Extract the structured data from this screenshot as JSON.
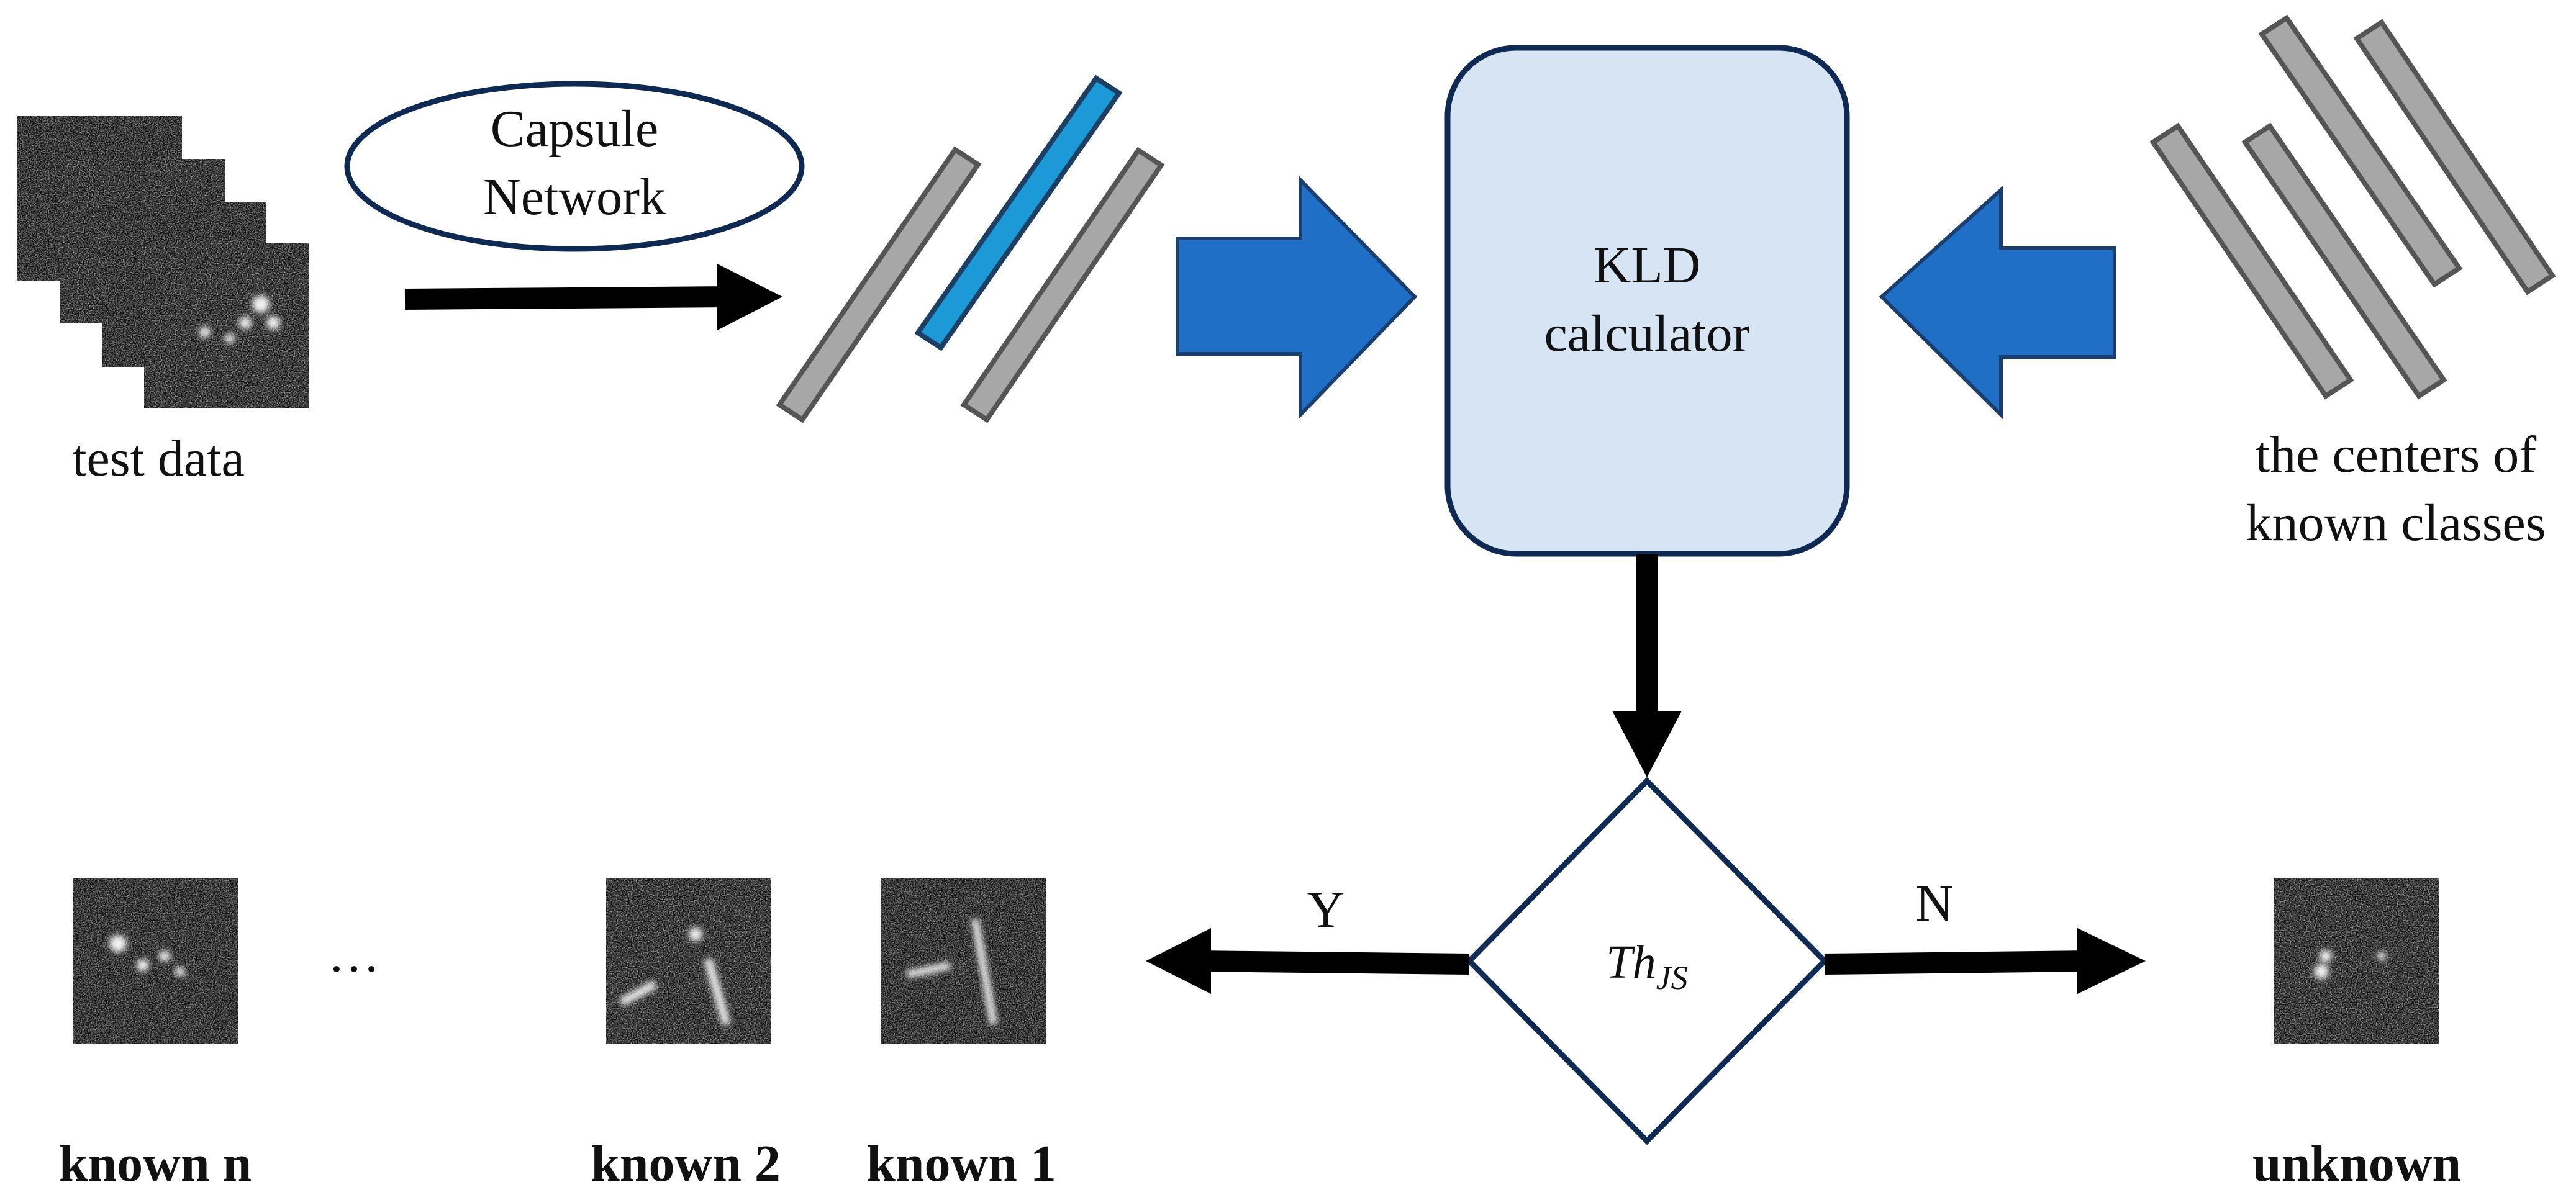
{
  "diagram": {
    "capsule_label": [
      "Capsule",
      "Network"
    ],
    "test_data_label": "test data",
    "kld_label": [
      "KLD",
      "calculator"
    ],
    "centers_label": [
      "the centers of",
      "known classes"
    ],
    "threshold_main": "Th",
    "threshold_sub": "JS",
    "yes_label": "Y",
    "no_label": "N",
    "ellipsis": "…",
    "outputs": [
      "known n",
      "known 2",
      "known 1",
      "unknown"
    ]
  },
  "colors": {
    "accent_blue": "#1F6FC6",
    "capsule_blue": "#1C9AD8",
    "bar_gray": "#A7A7A7",
    "box_fill": "#D6E4F4",
    "box_stroke": "#0E2A52",
    "arrow_black": "#000000",
    "image_dark": "#0d0d0d"
  }
}
